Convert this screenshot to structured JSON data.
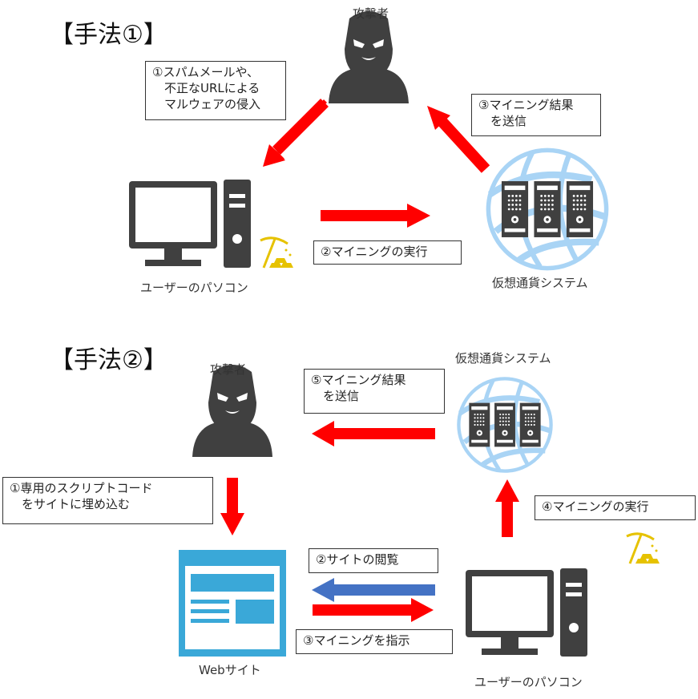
{
  "method1": {
    "heading": "【手法①】",
    "attacker_label": "攻撃者",
    "step1_line1": "①スパムメールや、",
    "step1_line2": "　不正なURLによる",
    "step1_line3": "　マルウェアの侵入",
    "step2": "②マイニングの実行",
    "step3_line1": "③マイニング結果",
    "step3_line2": "　を送信",
    "user_pc_label": "ユーザーのパソコン",
    "crypto_label": "仮想通貨システム"
  },
  "method2": {
    "heading": "【手法②】",
    "attacker_label": "攻撃者",
    "crypto_label": "仮想通貨システム",
    "step5_line1": "⑤マイニング結果",
    "step5_line2": "　を送信",
    "step1_line1": "①専用のスクリプトコード",
    "step1_line2": "　をサイトに埋め込む",
    "step4": "④マイニングの実行",
    "step2": "②サイトの閲覧",
    "step3": "③マイニングを指示",
    "web_label": "Webサイト",
    "user_pc_label": "ユーザーのパソコン"
  },
  "colors": {
    "arrow_red": "#ff0000",
    "arrow_blue": "#4472c4",
    "icon_dark": "#404040",
    "globe_blue": "#a9d4f5",
    "web_blue": "#3aa8d8",
    "pickaxe_gold": "#e6c200"
  },
  "icons": {
    "attacker": "hooded-attacker-icon",
    "pc": "desktop-computer-icon",
    "server_globe": "server-globe-icon",
    "web": "web-page-icon",
    "pickaxe": "pickaxe-gold-icon"
  }
}
